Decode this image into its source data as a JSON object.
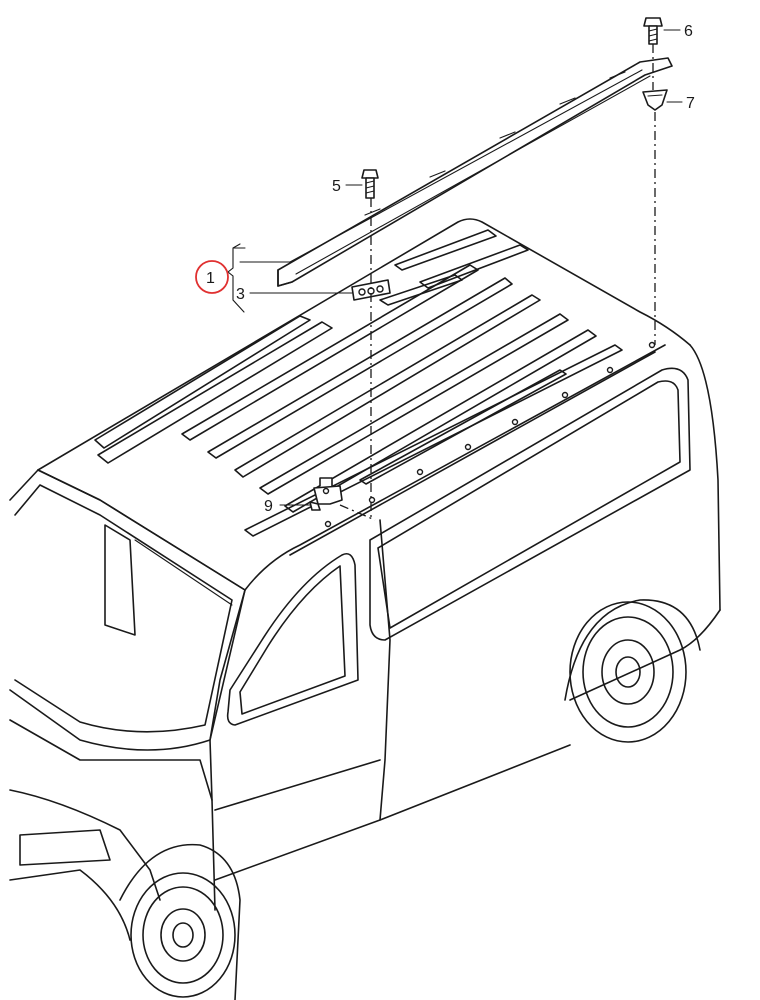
{
  "callouts": [
    {
      "id": "1",
      "label": "1",
      "highlighted": true
    },
    {
      "id": "3",
      "label": "3"
    },
    {
      "id": "5",
      "label": "5"
    },
    {
      "id": "6",
      "label": "6"
    },
    {
      "id": "7",
      "label": "7"
    },
    {
      "id": "9",
      "label": "9"
    }
  ],
  "colors": {
    "line": "#1a1a1a",
    "highlight": "#e03030",
    "background": "#ffffff"
  }
}
